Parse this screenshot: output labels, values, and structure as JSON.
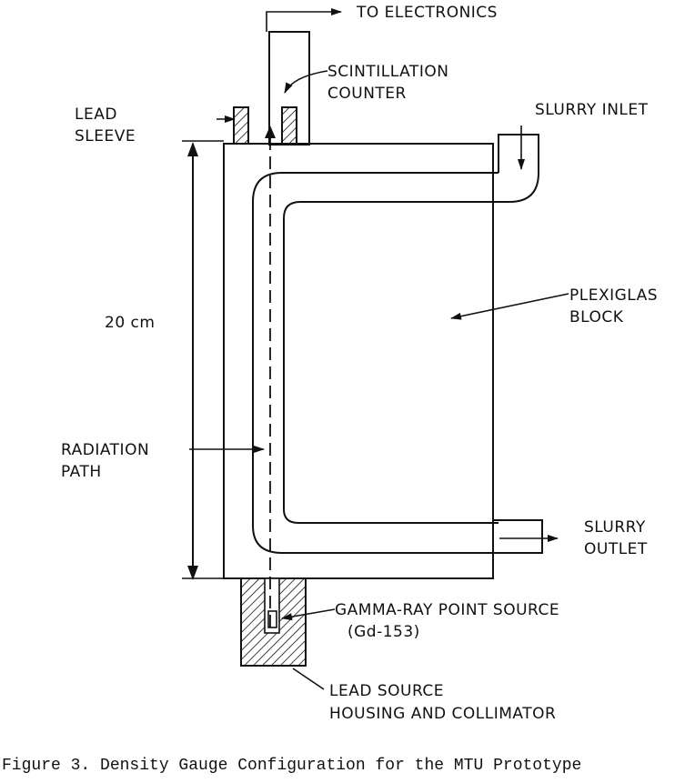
{
  "labels": {
    "to_electronics": "TO ELECTRONICS",
    "scintillation_1": "SCINTILLATION",
    "scintillation_2": "COUNTER",
    "lead_sleeve_1": "LEAD",
    "lead_sleeve_2": "SLEEVE",
    "slurry_inlet": "SLURRY INLET",
    "dimension": "20 cm",
    "plexiglas_1": "PLEXIGLAS",
    "plexiglas_2": "BLOCK",
    "radiation_1": "RADIATION",
    "radiation_2": "PATH",
    "slurry_outlet_1": "SLURRY",
    "slurry_outlet_2": "OUTLET",
    "gamma_1": "GAMMA-RAY POINT SOURCE",
    "gamma_2": "(Gd-153)",
    "lead_source_1": "LEAD SOURCE",
    "lead_source_2": "HOUSING AND COLLIMATOR"
  },
  "caption": "Figure 3.  Density Gauge Configuration for the MTU Prototype"
}
